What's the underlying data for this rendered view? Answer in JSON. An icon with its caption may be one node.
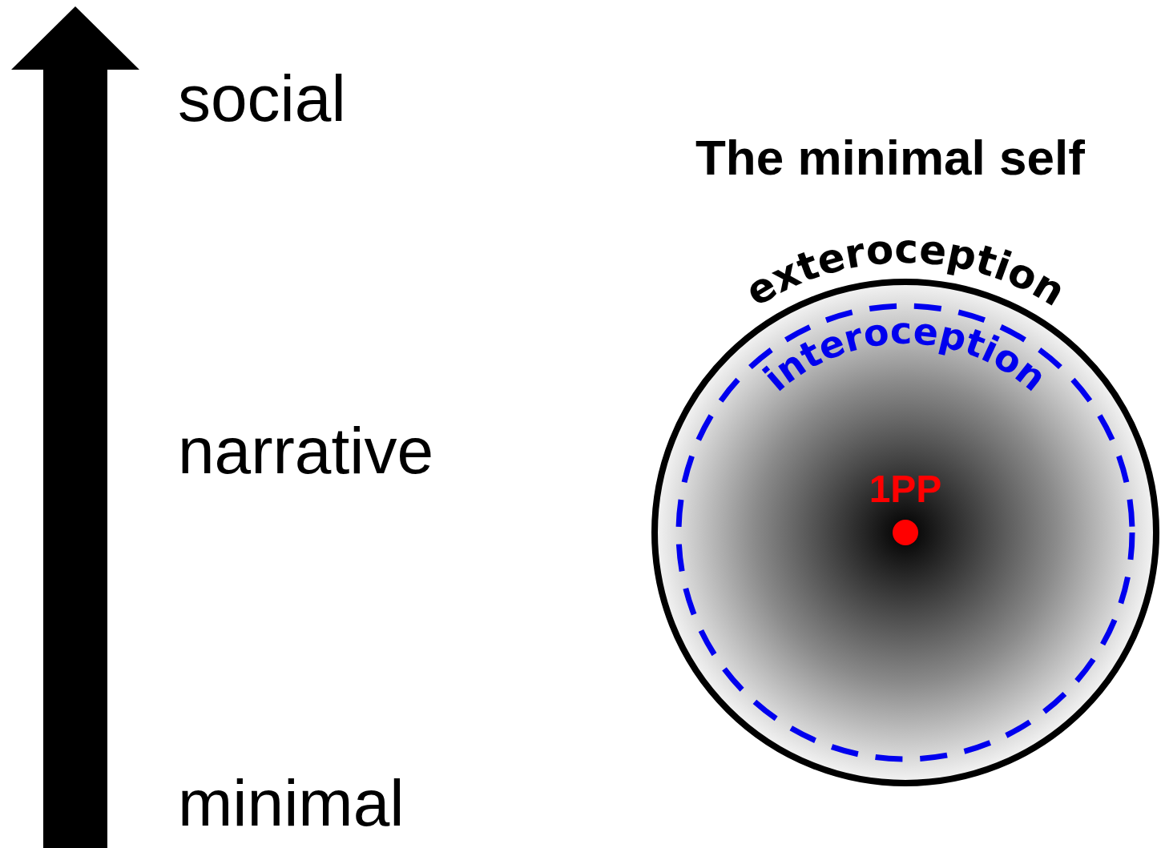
{
  "diagram": {
    "title": "The minimal self",
    "nodes": [
      {
        "text": [
          "exteroception"
        ]
      },
      {
        "text": [
          "interoception"
        ],
        "in": 0
      },
      {
        "text": [
          "1PP"
        ],
        "in": 1
      }
    ],
    "labels": [
      "social",
      "narrative",
      "minimal"
    ]
  }
}
